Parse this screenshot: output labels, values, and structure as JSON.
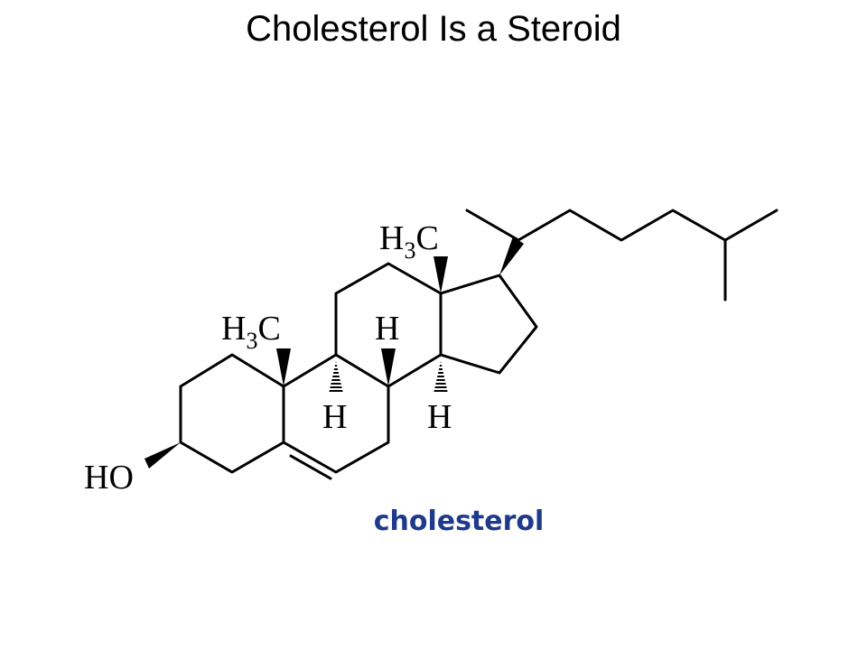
{
  "slide": {
    "title": "Cholesterol Is a Steroid",
    "caption": "cholesterol"
  },
  "structure": {
    "labels": {
      "hydroxyl": "HO",
      "methyl_h": "H",
      "methyl_sub": "3",
      "methyl_c": "C",
      "hydrogen": "H"
    },
    "colors": {
      "bond": "#000000",
      "caption": "#1f3a8a"
    }
  }
}
